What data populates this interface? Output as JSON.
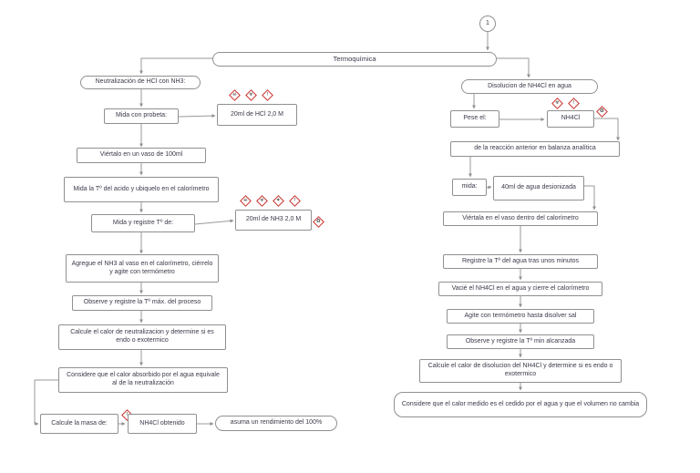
{
  "title": "Termoquímica",
  "page_connector": "1",
  "icons": {
    "toxic": "☠",
    "corrosive": "☣",
    "health": "✶",
    "exclamation": "!",
    "environment": "♻"
  },
  "left": {
    "start": "Neutralización de HCl con NH3:",
    "measure_probeta": "Mida con probeta:",
    "hcl": "20ml de HCl 2,0 M",
    "pour": "Viértalo en un vaso de 100ml",
    "measure_temp_acid": "Mida la Tº del acido y ubiquelo en el calorímetro",
    "measure_temp_of": "Mida y registre Tº de:",
    "nh3": "20ml de NH3 2,0 M",
    "add_nh3": "Agregue el NH3 al vaso en el calorímetro, ciérrelo y agite con termómetro",
    "observe_max": "Observe y registre la Tº máx. del proceso",
    "calc_heat": "Calcule el calor de neutralizacion y determine si es endo o exotermico",
    "consider": "Considere que el calor absorbido por el agua equivale al de la neutralización",
    "calc_mass": "Calcule la masa de:",
    "nh4cl_obtained": "NH4Cl obtenido",
    "yield_note": "asuma un rendimiento del 100%"
  },
  "right": {
    "start": "Disolucion de NH4Cl en agua",
    "weigh": "Pese el:",
    "nh4cl": "NH4Cl",
    "from_reaction": "de la reacción anterior en balanza analítica",
    "measure": "mida:",
    "water": "40ml de agua desionizada",
    "pour": "Viértala en el vaso dentro del calorímetro",
    "register_temp": "Registre la Tº del agua tras unos minutos",
    "empty_salt": "Vacié el NH4Cl en el agua y cierre el calorímetro",
    "stir": "Agite con termómetro hasta disolver sal",
    "observe_min": "Observe y registre la Tº min alcanzada",
    "calc_heat": "Calcule el calor de disolucion del NH4Cl y determine si es endo o exotermico",
    "consider": "Considere que el calor medido es el cedido por el agua y que el volumen no cambia"
  }
}
